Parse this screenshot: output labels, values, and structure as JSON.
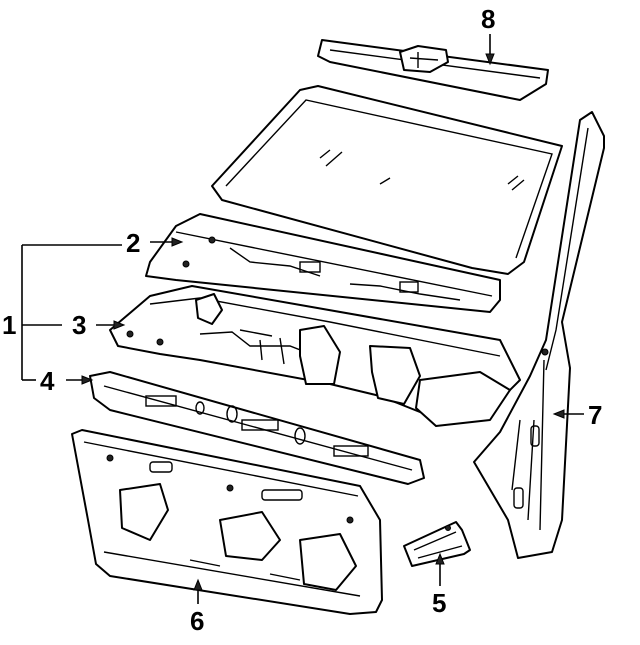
{
  "callouts": [
    {
      "id": "1",
      "text": "1"
    },
    {
      "id": "2",
      "text": "2"
    },
    {
      "id": "3",
      "text": "3"
    },
    {
      "id": "4",
      "text": "4"
    },
    {
      "id": "5",
      "text": "5"
    },
    {
      "id": "6",
      "text": "6"
    },
    {
      "id": "7",
      "text": "7"
    },
    {
      "id": "8",
      "text": "8"
    }
  ],
  "parts": [
    {
      "callout": "1",
      "part": "cowl-assembly"
    },
    {
      "callout": "2",
      "part": "upper-cowl-panel"
    },
    {
      "callout": "3",
      "part": "cowl-reinforcement"
    },
    {
      "callout": "4",
      "part": "lower-dash-crossmember"
    },
    {
      "callout": "5",
      "part": "bracket"
    },
    {
      "callout": "6",
      "part": "dash-panel"
    },
    {
      "callout": "7",
      "part": "windshield-pillar"
    },
    {
      "callout": "8",
      "part": "roof-header-panel"
    }
  ],
  "colors": {
    "line": "#000000",
    "background": "#ffffff"
  }
}
